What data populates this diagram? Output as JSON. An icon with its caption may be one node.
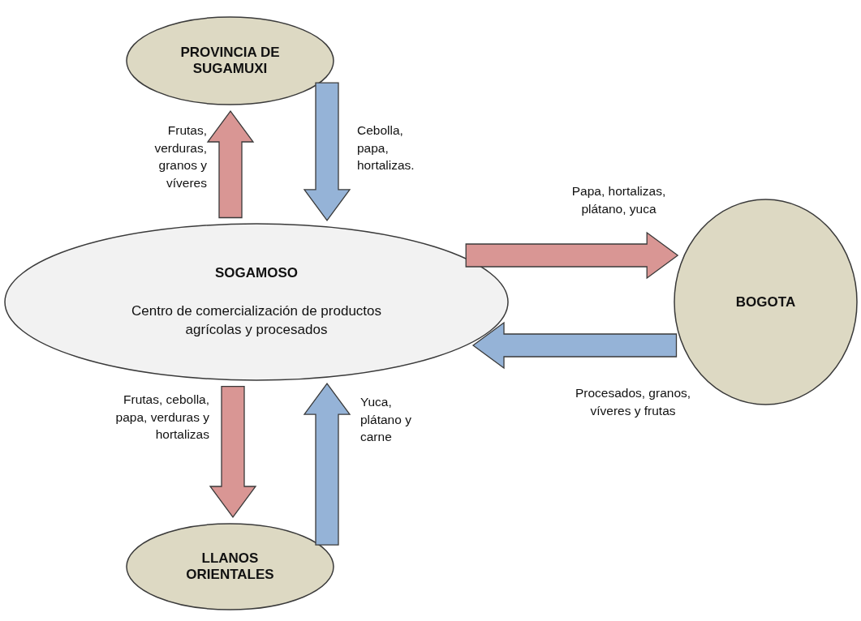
{
  "diagram": {
    "nodes": [
      {
        "text": [
          "PROVINCIA DE SUGAMUXI"
        ]
      },
      {
        "text": [
          "SOGAMOSO",
          "Centro de comercialización de productos agrícolas y procesados"
        ]
      },
      {
        "text": [
          "BOGOTA"
        ]
      },
      {
        "text": [
          "LLANOS ORIENTALES"
        ]
      }
    ],
    "edges": [
      {
        "from": 1,
        "to": 0,
        "arrow": "to",
        "label": "Frutas, verduras, granos y víveres",
        "style": "thick",
        "color": "#d99694"
      },
      {
        "from": 0,
        "to": 1,
        "arrow": "to",
        "label": "Cebolla, papa, hortalizas.",
        "style": "thick",
        "color": "#95b3d7"
      },
      {
        "from": 1,
        "to": 2,
        "arrow": "to",
        "label": "Papa, hortalizas, plátano, yuca",
        "style": "thick",
        "color": "#d99694"
      },
      {
        "from": 2,
        "to": 1,
        "arrow": "to",
        "label": "Procesados, granos, víveres y frutas",
        "style": "thick",
        "color": "#95b3d7"
      },
      {
        "from": 1,
        "to": 3,
        "arrow": "to",
        "label": "Frutas, cebolla, papa, verduras y hortalizas",
        "style": "thick",
        "color": "#d99694"
      },
      {
        "from": 3,
        "to": 1,
        "arrow": "to",
        "label": "Yuca, plátano y carne",
        "style": "thick",
        "color": "#95b3d7"
      }
    ]
  }
}
